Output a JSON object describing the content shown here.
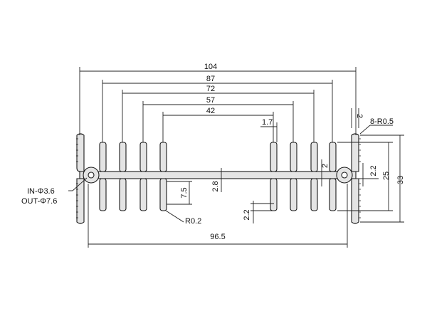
{
  "drawing": {
    "dimensions": {
      "overall_width": "104",
      "width_87": "87",
      "width_72": "72",
      "width_57": "57",
      "width_42": "42",
      "fin_gap": "1.7",
      "flange_thickness": "2",
      "fillet_radius": "8-R0.5",
      "base_thickness_right": "2",
      "height_2_2_right": "2.2",
      "height_25": "25",
      "height_33": "33",
      "hole_size": "IN-Φ3.6",
      "hole_size_out": "OUT-Φ7.6",
      "fin_pitch": "7.5",
      "base_thickness": "2.8",
      "root_radius": "R0.2",
      "height_2_2_bottom": "2.2",
      "base_width": "96.5"
    }
  }
}
